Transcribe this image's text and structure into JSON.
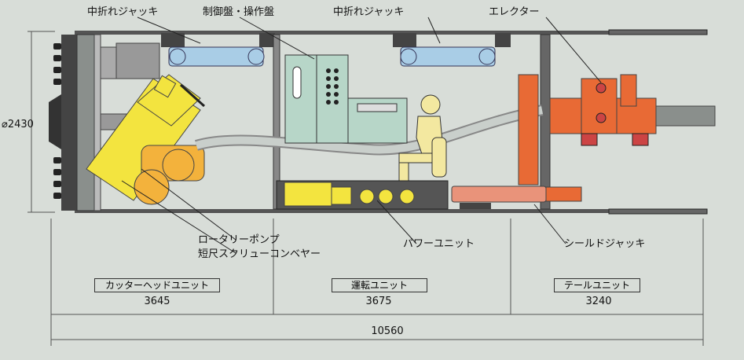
{
  "callouts": {
    "mid_jack_left": "中折れジャッキ",
    "control_panel": "制御盤・操作盤",
    "mid_jack_right": "中折れジャッキ",
    "erector": "エレクター",
    "rotary_pump": "ロータリーポンプ",
    "screw_conveyor": "短尺スクリューコンベヤー",
    "power_unit": "パワーユニット",
    "shield_jack": "シールドジャッキ"
  },
  "diameter_label": "⌀2430",
  "sections": [
    {
      "name": "カッターヘッドユニット",
      "length": "3645"
    },
    {
      "name": "運転ユニット",
      "length": "3675"
    },
    {
      "name": "テールユニット",
      "length": "3240"
    }
  ],
  "total_length": "10560",
  "colors": {
    "background": "#d8ddd8",
    "jack_blue": "#a9cde6",
    "yellow": "#f3e43f",
    "orange": "#e86a35",
    "orange_light": "#e9937a",
    "panel_green": "#b7d6c8",
    "steel": "#8a8f8c",
    "dark": "#2a2a2a"
  }
}
